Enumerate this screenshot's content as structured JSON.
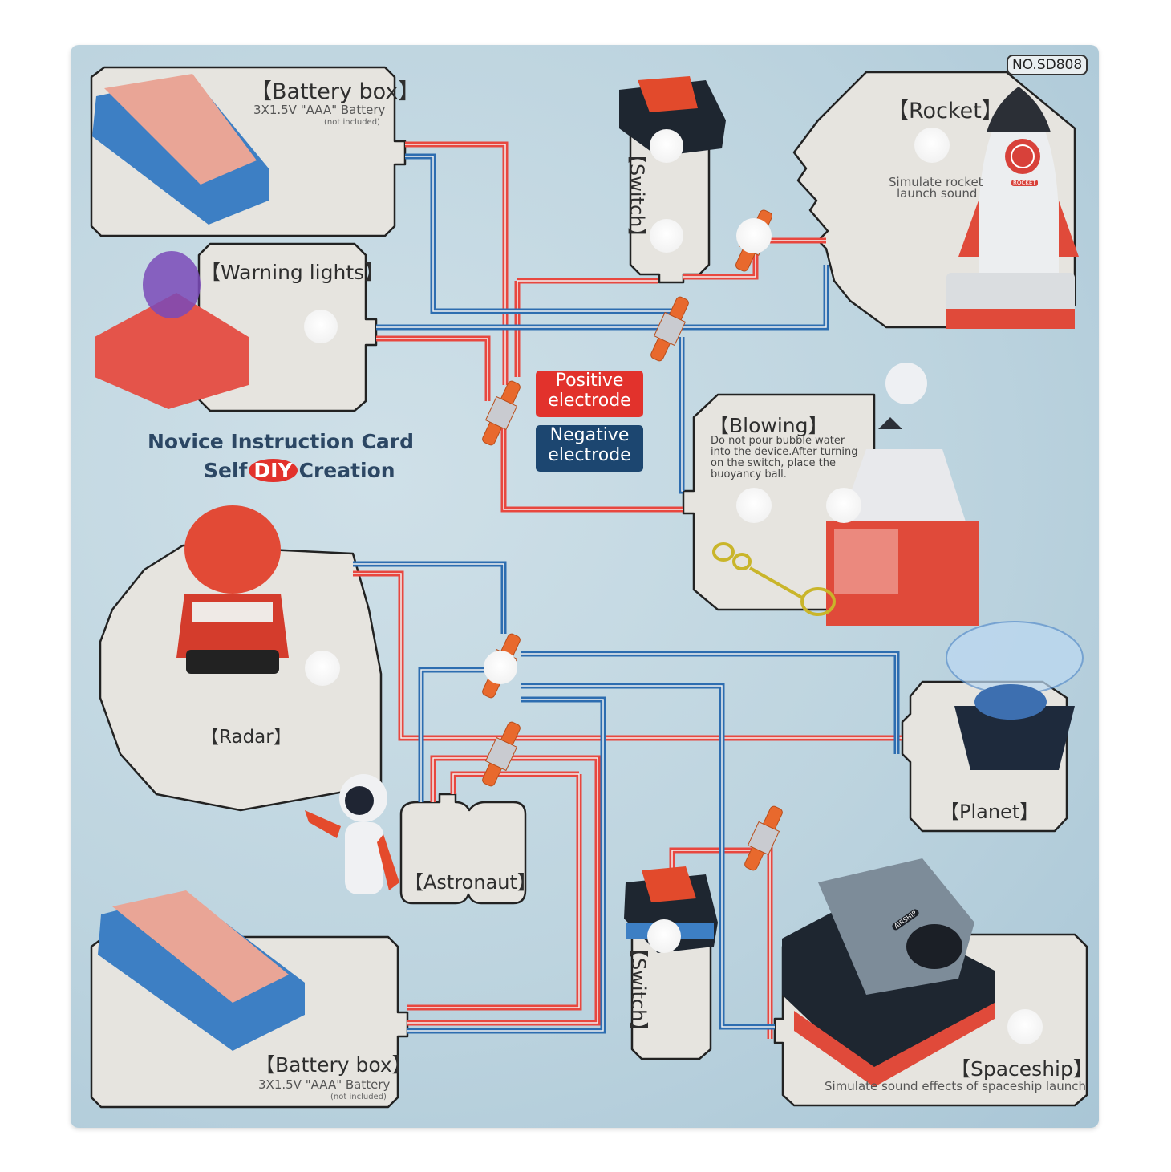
{
  "model_number": "NO.SD808",
  "heading": {
    "line1": "Novice Instruction Card",
    "line2_prefix": "Self",
    "line2_badge": "DIY",
    "line2_suffix": "Creation"
  },
  "legend": {
    "positive": {
      "line1": "Positive",
      "line2": "electrode",
      "color": "#e2322c"
    },
    "negative": {
      "line1": "Negative",
      "line2": "electrode",
      "color": "#1c4670"
    }
  },
  "wire_colors": {
    "positive": "#e8473f",
    "negative": "#2d6db0"
  },
  "components": {
    "battery_top": {
      "title": "【Battery box】",
      "spec": "3X1.5V \"AAA\" Battery",
      "note": "(not included)"
    },
    "warning_lights": {
      "title": "【Warning lights】"
    },
    "switch_top": {
      "title": "【Switch】"
    },
    "rocket": {
      "title": "【Rocket】",
      "desc_line1": "Simulate rocket",
      "desc_line2": "launch sound",
      "badge": "ROCKET"
    },
    "blowing": {
      "title": "【Blowing】",
      "desc_line1": "Do not pour bubble water",
      "desc_line2": "into the device.After turning",
      "desc_line3": "on the switch, place the",
      "desc_line4": "buoyancy ball."
    },
    "radar": {
      "title": "【Radar】"
    },
    "planet": {
      "title": "【Planet】"
    },
    "astronaut": {
      "title": "【Astronaut】"
    },
    "switch_bottom": {
      "title": "【Switch】"
    },
    "battery_bottom": {
      "title": "【Battery box】",
      "spec": "3X1.5V \"AAA\" Battery",
      "note": "(not included)"
    },
    "spaceship": {
      "title": "【Spaceship】",
      "desc": "Simulate sound effects of spaceship launch",
      "badge": "AIRSHIP"
    }
  }
}
